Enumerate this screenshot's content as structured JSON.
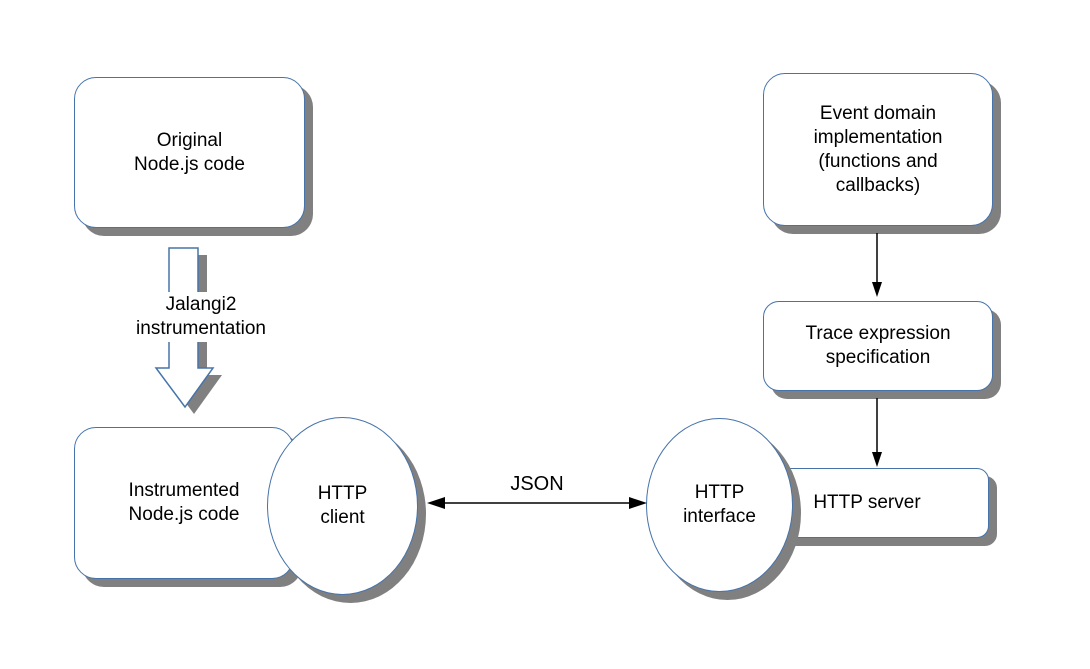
{
  "colors": {
    "shape_border": "#4673aa",
    "shadow": "#808080",
    "text": "#000000",
    "connector": "#000000",
    "background": "#ffffff"
  },
  "nodes": {
    "original": {
      "lines": [
        "Original",
        "Node.js code"
      ]
    },
    "event_domain": {
      "lines": [
        "Event domain",
        "implementation",
        "(functions and",
        "callbacks)"
      ]
    },
    "trace_expression": {
      "lines": [
        "Trace expression",
        "specification"
      ]
    },
    "instrumented": {
      "lines": [
        "Instrumented",
        "Node.js code"
      ]
    },
    "http_client": {
      "lines": [
        "HTTP",
        "client"
      ]
    },
    "http_interface": {
      "lines": [
        "HTTP",
        "interface"
      ]
    },
    "http_server": {
      "label": "HTTP server"
    }
  },
  "connectors": {
    "instrumentation": {
      "type": "hollow-down-arrow",
      "lines": [
        "Jalangi2",
        "instrumentation"
      ]
    },
    "json_exchange": {
      "type": "double-headed-arrow",
      "label": "JSON"
    },
    "event_to_trace": {
      "type": "down-arrow"
    },
    "trace_to_server": {
      "type": "down-arrow"
    }
  }
}
